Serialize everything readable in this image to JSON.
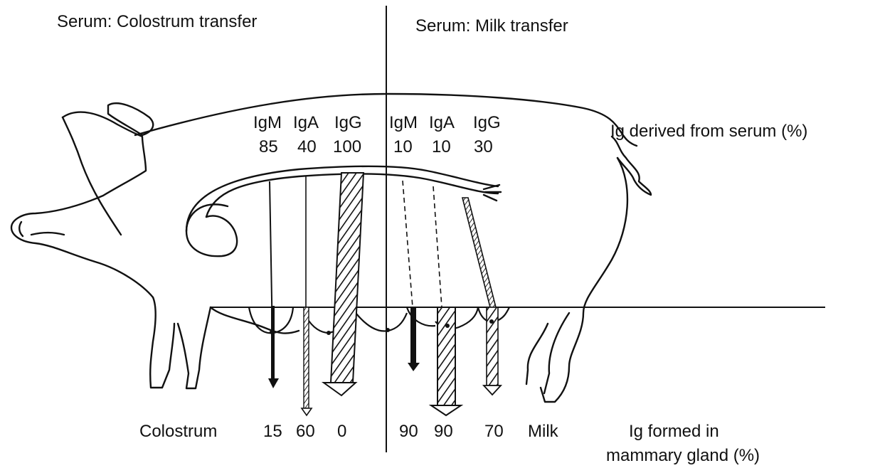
{
  "headings": {
    "left": "Serum: Colostrum transfer",
    "right": "Serum: Milk transfer"
  },
  "top_axis_label": "Ig derived from serum (%)",
  "bottom_axis_label": [
    "Ig formed in",
    "mammary gland (%)"
  ],
  "colostrum_label": "Colostrum",
  "milk_label": "Milk",
  "colostrum": {
    "classes": [
      "IgM",
      "IgA",
      "IgG"
    ],
    "serum_derived": [
      "85",
      "40",
      "100"
    ],
    "gland_formed": [
      "15",
      "60",
      "0"
    ]
  },
  "milk": {
    "classes": [
      "IgM",
      "IgA",
      "IgG"
    ],
    "serum_derived": [
      "10",
      "10",
      "30"
    ],
    "gland_formed": [
      "90",
      "90",
      "70"
    ]
  },
  "colors": {
    "ink": "#111111",
    "paper": "#ffffff"
  }
}
